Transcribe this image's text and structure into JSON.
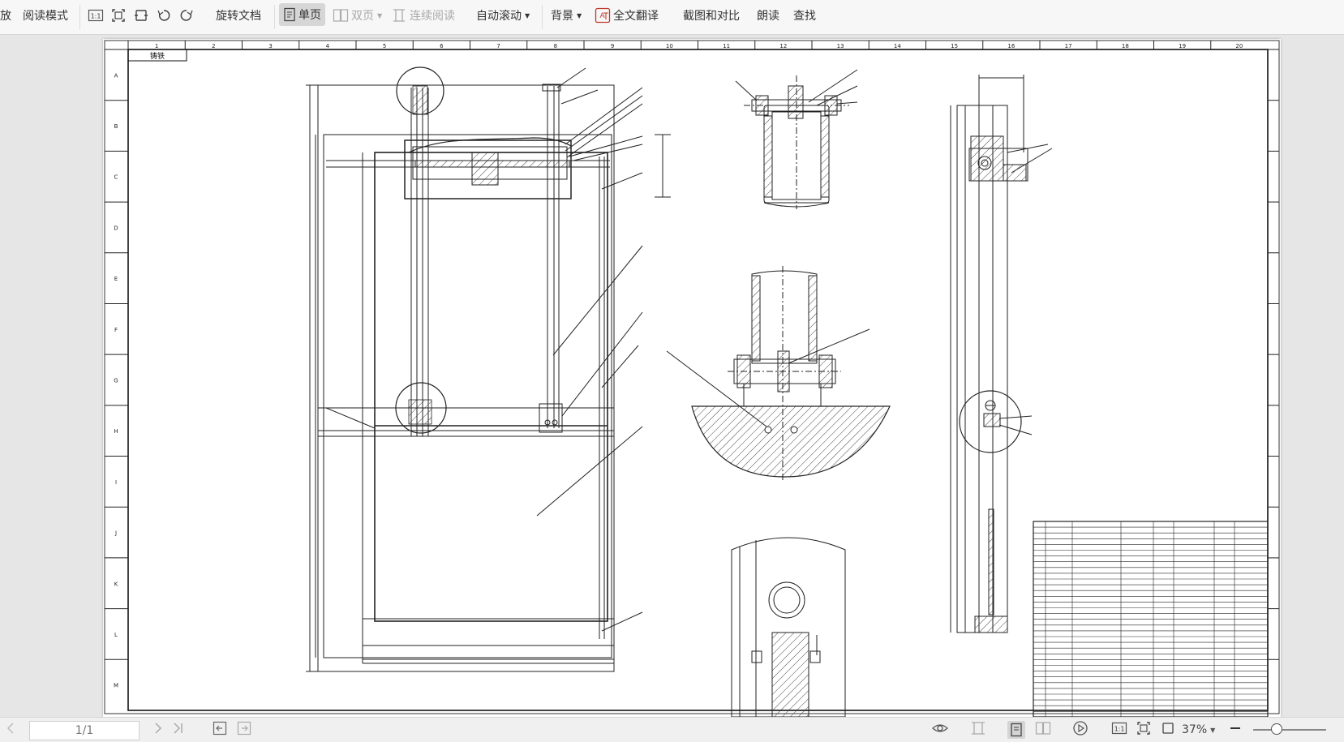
{
  "toolbar": {
    "fit_label": "放",
    "read_mode": "阅读模式",
    "rotate_doc": "旋转文档",
    "single_page": "单页",
    "double_page": "双页",
    "continuous_read": "连续阅读",
    "auto_scroll": "自动滚动",
    "background": "背景",
    "full_translate": "全文翻译",
    "screenshot_compare": "截图和对比",
    "read_aloud": "朗读",
    "find": "查找",
    "actual_size_icon_text": "1:1"
  },
  "drawing": {
    "title_cell": "铸铁",
    "column_numbers": [
      "1",
      "2",
      "3",
      "4",
      "5",
      "6",
      "7",
      "8",
      "9",
      "10",
      "11",
      "12",
      "13",
      "14",
      "15",
      "16",
      "17",
      "18",
      "19",
      "20"
    ],
    "row_letters": [
      "A",
      "B",
      "C",
      "D",
      "E",
      "F",
      "G",
      "H",
      "I",
      "J",
      "K",
      "L",
      "M"
    ]
  },
  "statusbar": {
    "page_indicator": "1/1",
    "actual_size_text": "1:1",
    "zoom": "37%"
  }
}
